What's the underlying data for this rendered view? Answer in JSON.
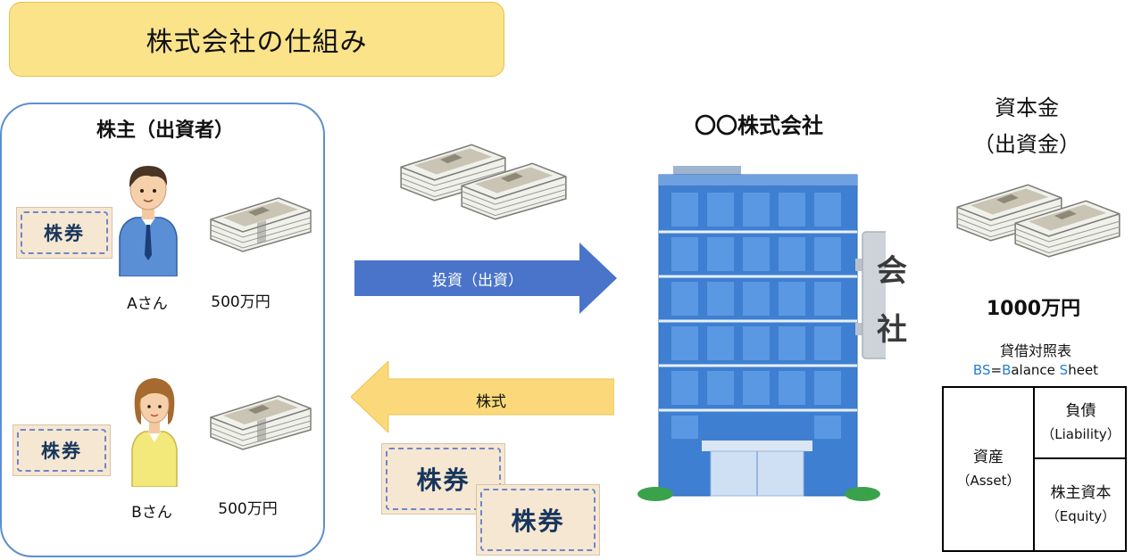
{
  "title": "株式会社の仕組み",
  "shareholders": {
    "heading": "株主（出資者）",
    "members": [
      {
        "name": "Aさん",
        "amount": "500万円"
      },
      {
        "name": "Bさん",
        "amount": "500万円"
      }
    ]
  },
  "certificate_label": "株券",
  "arrows": {
    "investment": "投資（出資）",
    "shares": "株式"
  },
  "company": {
    "name": "〇〇株式会社",
    "sign_chars": [
      "会",
      "社"
    ]
  },
  "capital": {
    "title_line1": "資本金",
    "title_line2": "（出資金）",
    "amount": "1000万円"
  },
  "balance_sheet": {
    "title": "貸借対照表",
    "subtitle_parts": [
      "B",
      "S",
      "=",
      "B",
      "alance ",
      "S",
      "heet"
    ],
    "asset_label": "資産",
    "asset_en": "（Asset）",
    "liability_label": "負債",
    "liability_en": "（Liability）",
    "equity_label": "株主資本",
    "equity_en": "（Equity）"
  },
  "colors": {
    "title_bg": "#fbe38a",
    "panel_border": "#5b8fd0",
    "invest_arrow": "#4a74c9",
    "shares_arrow": "#fbd97a",
    "building": "#3f7fd1",
    "bs_blue": "#1f7fd6"
  }
}
